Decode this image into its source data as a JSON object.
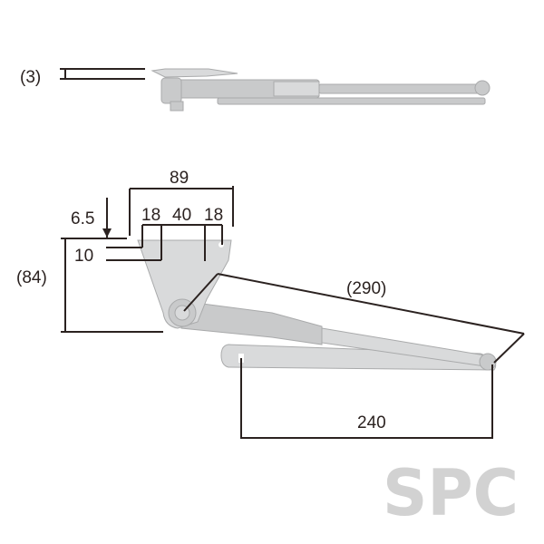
{
  "top_view": {
    "thickness_label": "(3)"
  },
  "front_view": {
    "width_label": "89",
    "hole_spacing_labels": [
      "18",
      "40",
      "18"
    ],
    "offset_label": "6.5",
    "hole_offset_label": "10",
    "height_label": "(84)",
    "arm_length_label": "(290)",
    "arm_span_label": "240"
  },
  "watermark": "SPC"
}
